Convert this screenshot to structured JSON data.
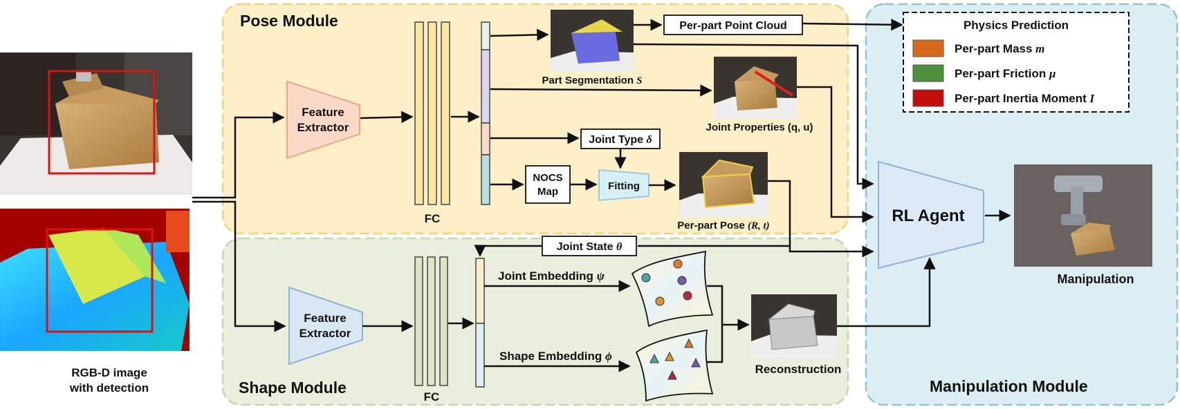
{
  "modules": {
    "pose": "Pose Module",
    "shape": "Shape Module",
    "manipulation": "Manipulation Module"
  },
  "input": {
    "caption_line1": "RGB-D image",
    "caption_line2": "with detection"
  },
  "pose_branch": {
    "feature_extractor_line1": "Feature",
    "feature_extractor_line2": "Extractor",
    "fc": "FC",
    "part_segmentation": "Part Segmentation",
    "part_segmentation_symbol": "S",
    "per_part_point_cloud": "Per-part Point Cloud",
    "joint_properties": "Joint Properties",
    "joint_properties_symbol": "(q, u)",
    "joint_type": "Joint Type",
    "joint_type_symbol": "δ",
    "nocs_line1": "NOCS",
    "nocs_line2": "Map",
    "fitting": "Fitting",
    "per_part_pose": "Per-part Pose",
    "per_part_pose_symbol": "(R, t)"
  },
  "shape_branch": {
    "feature_extractor_line1": "Feature",
    "feature_extractor_line2": "Extractor",
    "fc": "FC",
    "joint_state": "Joint State",
    "joint_state_symbol": "θ",
    "joint_embedding": "Joint Embedding",
    "joint_embedding_symbol": "ψ",
    "shape_embedding": "Shape Embedding",
    "shape_embedding_symbol": "ϕ",
    "reconstruction": "Reconstruction"
  },
  "physics": {
    "title": "Physics Prediction",
    "items": [
      {
        "label": "Per-part Mass",
        "symbol": "m",
        "color": "#d96a1c"
      },
      {
        "label": "Per-part Friction",
        "symbol": "μ",
        "color": "#4e8f3a"
      },
      {
        "label": "Per-part Inertia Moment",
        "symbol": "I",
        "color": "#c40d0d"
      }
    ]
  },
  "agent": {
    "rl_agent": "RL Agent",
    "manipulation": "Manipulation"
  },
  "colors": {
    "pose_bg": "#fdf0c8",
    "shape_bg": "#e9efdc",
    "manip_bg": "#dcedf3",
    "pose_border": "#f2d27a",
    "shape_border": "#c8d6ae",
    "manip_border": "#8fc3d6"
  }
}
